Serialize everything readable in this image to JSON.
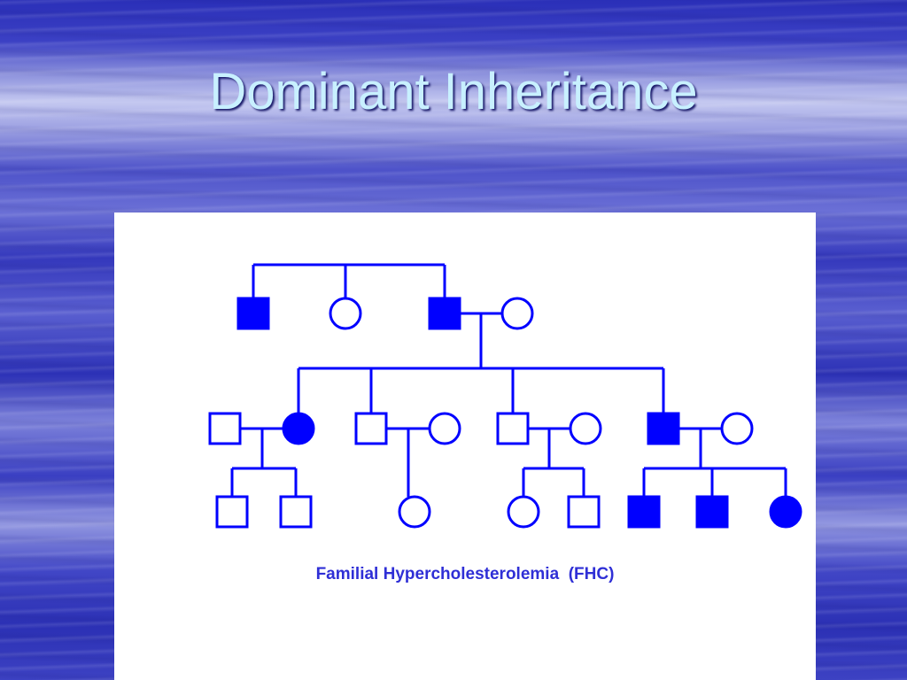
{
  "slide": {
    "title": "Dominant Inheritance",
    "caption": "Familial Hypercholesterolemia  (FHC)"
  },
  "colors": {
    "pedigree": "#0000ff",
    "title_text": "#c8f0ff",
    "caption_text": "#2f2fd6"
  },
  "pedigree": {
    "generations": [
      {
        "generation": "I",
        "individuals": [
          {
            "id": "I-1",
            "sex": "male",
            "affected": true
          },
          {
            "id": "I-2",
            "sex": "female",
            "affected": false
          },
          {
            "id": "I-3",
            "sex": "male",
            "affected": true
          },
          {
            "id": "I-4",
            "sex": "female",
            "affected": false
          }
        ]
      },
      {
        "generation": "II",
        "individuals": [
          {
            "id": "II-1",
            "sex": "male",
            "affected": false
          },
          {
            "id": "II-2",
            "sex": "female",
            "affected": true
          },
          {
            "id": "II-3",
            "sex": "male",
            "affected": false
          },
          {
            "id": "II-4",
            "sex": "female",
            "affected": false
          },
          {
            "id": "II-5",
            "sex": "male",
            "affected": false
          },
          {
            "id": "II-6",
            "sex": "female",
            "affected": false
          },
          {
            "id": "II-7",
            "sex": "male",
            "affected": true
          },
          {
            "id": "II-8",
            "sex": "female",
            "affected": false
          }
        ]
      },
      {
        "generation": "III",
        "individuals": [
          {
            "id": "III-1",
            "sex": "male",
            "affected": false
          },
          {
            "id": "III-2",
            "sex": "male",
            "affected": false
          },
          {
            "id": "III-3",
            "sex": "female",
            "affected": false
          },
          {
            "id": "III-4",
            "sex": "female",
            "affected": false
          },
          {
            "id": "III-5",
            "sex": "male",
            "affected": false
          },
          {
            "id": "III-6",
            "sex": "male",
            "affected": true
          },
          {
            "id": "III-7",
            "sex": "male",
            "affected": true
          },
          {
            "id": "III-8",
            "sex": "female",
            "affected": true
          }
        ]
      }
    ],
    "matings": [
      {
        "partners": [
          "I-3",
          "I-4"
        ],
        "children": [
          "II-2",
          "II-3",
          "II-5",
          "II-7"
        ]
      },
      {
        "partners": [
          "II-1",
          "II-2"
        ],
        "children": [
          "III-1",
          "III-2"
        ]
      },
      {
        "partners": [
          "II-3",
          "II-4"
        ],
        "children": [
          "III-3"
        ]
      },
      {
        "partners": [
          "II-5",
          "II-6"
        ],
        "children": [
          "III-4",
          "III-5"
        ]
      },
      {
        "partners": [
          "II-7",
          "II-8"
        ],
        "children": [
          "III-6",
          "III-7",
          "III-8"
        ]
      }
    ],
    "sibships": [
      {
        "siblings": [
          "I-1",
          "I-2",
          "I-3"
        ]
      }
    ]
  }
}
